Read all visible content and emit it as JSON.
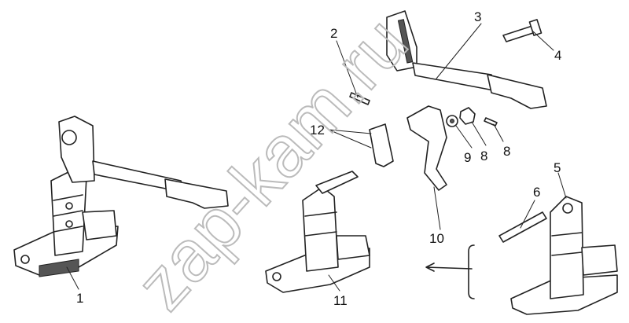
{
  "watermark": "zap-kam.ru",
  "labels": {
    "p1": "1",
    "p2": "2",
    "p3": "3",
    "p4": "4",
    "p5": "5",
    "p6": "6",
    "p8a": "8",
    "p8b": "8",
    "p9": "9",
    "p10": "10",
    "p11": "11",
    "p12": "12"
  }
}
